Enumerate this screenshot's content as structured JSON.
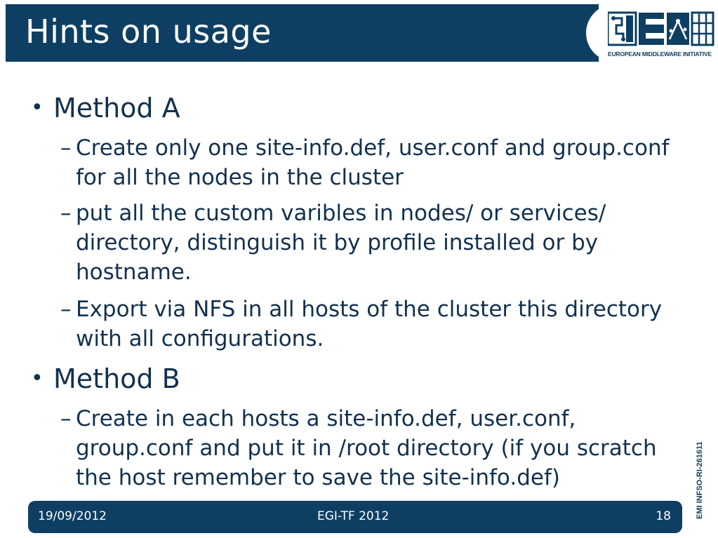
{
  "slide": {
    "title": "Hints on usage",
    "logo": {
      "tagline": "EUROPEAN MIDDLEWARE INITIATIVE",
      "icon": "emi-logo"
    },
    "bullets": [
      {
        "bullet": "•",
        "label": "Method A",
        "subitems": [
          {
            "dash": "–",
            "text": "Create only one site-info.def, user.conf and group.conf for all the nodes in the cluster"
          },
          {
            "dash": "–",
            "text": "put all the custom varibles in nodes/ or services/ directory, distinguish it by profile installed or by hostname."
          },
          {
            "dash": "–",
            "text": "Export via NFS in all hosts of the cluster this directory with all configurations."
          }
        ]
      },
      {
        "bullet": "•",
        "label": "Method B",
        "subitems": [
          {
            "dash": "–",
            "text": "Create in each hosts a site-info.def, user.conf, group.conf and put it in /root directory (if you scratch the host remember to save the site-info.def)"
          }
        ]
      }
    ],
    "footer": {
      "date": "19/09/2012",
      "event": "EGI-TF 2012",
      "page": "18"
    },
    "side_text": "EMI INFSO-RI-261611",
    "colors": {
      "header_bg": "#0e3f63",
      "text": "#12314f",
      "footer_bg": "#0e3f63"
    }
  }
}
